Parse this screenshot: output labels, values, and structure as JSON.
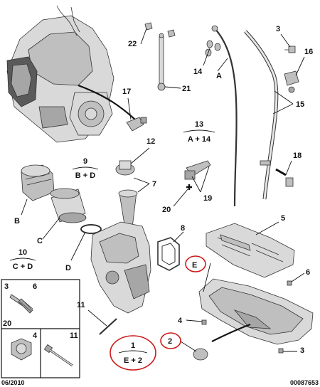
{
  "callouts": {
    "c1": "1",
    "c2": "2",
    "c3a": "3",
    "c3b": "3",
    "c4": "4",
    "c5": "5",
    "c6": "6",
    "c7": "7",
    "c8": "8",
    "c9": "9",
    "c10": "10",
    "c11": "11",
    "c12": "12",
    "c13": "13",
    "c14": "14",
    "c15": "15",
    "c16": "16",
    "c17": "17",
    "c18": "18",
    "c19": "19",
    "c20": "20",
    "c21": "21",
    "c22": "22",
    "cA": "A",
    "cB": "B",
    "cC": "C",
    "cD": "D",
    "cE": "E"
  },
  "groups": {
    "g9": {
      "number": "9",
      "formula": "B + D"
    },
    "g10": {
      "number": "10",
      "formula": "C + D"
    },
    "g13": {
      "number": "13",
      "formula": "A + 14"
    },
    "g1": {
      "number": "1",
      "formula": "E + 2"
    }
  },
  "legend": {
    "tl_a": "3",
    "tl_b": "6",
    "tl_c": "20",
    "bl": "4",
    "br": "11"
  },
  "footer": {
    "date": "06/2010",
    "ref": "00087653"
  },
  "colors": {
    "highlight_ring": "#cc1a1a",
    "line": "#111111"
  }
}
